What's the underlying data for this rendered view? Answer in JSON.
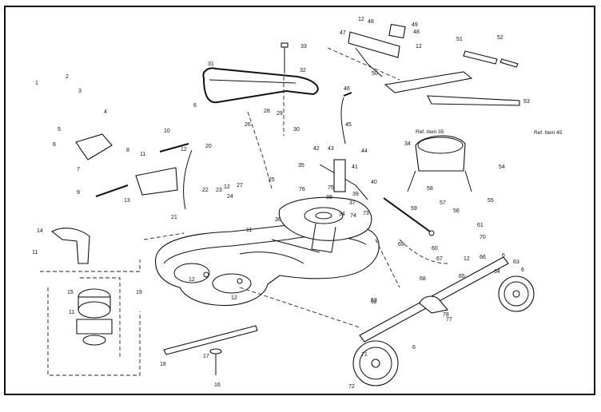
{
  "diagram": {
    "refs": {
      "item35": "Ref. Item 35",
      "item45": "Ref. Item 45"
    },
    "callouts": [
      "1",
      "2",
      "3",
      "4",
      "5",
      "6",
      "7",
      "8",
      "9",
      "10",
      "11",
      "12",
      "13",
      "14",
      "15",
      "16",
      "17",
      "18",
      "19",
      "20",
      "21",
      "22",
      "23",
      "24",
      "25",
      "26",
      "27",
      "28",
      "29",
      "30",
      "31",
      "32",
      "33",
      "34",
      "35",
      "36",
      "37",
      "38",
      "39",
      "40",
      "41",
      "42",
      "43",
      "44",
      "45",
      "46",
      "47",
      "48",
      "49",
      "50",
      "51",
      "52",
      "53",
      "54",
      "55",
      "56",
      "57",
      "58",
      "59",
      "60",
      "61",
      "62",
      "63",
      "64",
      "65",
      "66",
      "67",
      "68",
      "69",
      "70",
      "71",
      "72",
      "73",
      "74",
      "75",
      "76",
      "77",
      "78",
      "11",
      "12",
      "12",
      "12",
      "11",
      "6",
      "6",
      "12",
      "48",
      "12",
      "6",
      "11",
      "34",
      "62",
      "6",
      "12"
    ]
  }
}
